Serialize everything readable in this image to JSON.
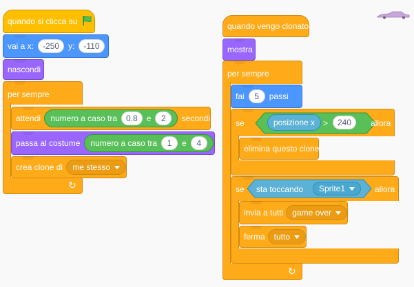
{
  "colors": {
    "events": "#ffbf00",
    "motion": "#4c97ff",
    "looks": "#9966ff",
    "control": "#ffab19",
    "operators": "#59c059",
    "sensing": "#5cb1d6"
  },
  "script1": {
    "hat_label": "quando si clicca su",
    "hat_icon": "green-flag-icon",
    "goto": {
      "label": "vai a x:",
      "x_value": "-250",
      "y_label": "y:",
      "y_value": "-110"
    },
    "hide_label": "nascondi",
    "forever_label": "per sempre",
    "wait": {
      "label": "attendi",
      "random_label": "numero a caso tra",
      "from": "0.8",
      "and_label": "e",
      "to": "2",
      "unit": "secondi"
    },
    "switch_costume": {
      "label": "passa al costume",
      "random_label": "numero a caso tra",
      "from": "1",
      "and_label": "e",
      "to": "4"
    },
    "create_clone": {
      "label": "crea clone di",
      "target": "me stesso"
    },
    "loop_icon": "loop-arrow-icon"
  },
  "script2": {
    "hat_label": "quando vengo clonato",
    "show_label": "mostra",
    "forever_label": "per sempre",
    "move": {
      "label": "fai",
      "steps": "5",
      "unit": "passi"
    },
    "if1": {
      "label": "se",
      "reporter": "posizione x",
      "operator": ">",
      "value": "240",
      "then_label": "allora"
    },
    "delete_clone": "elimina questo clone",
    "if2": {
      "label": "se",
      "sensing_label": "sta toccando",
      "target": "Sprite1",
      "then_label": "allora"
    },
    "broadcast": {
      "label": "invia a tutti",
      "message": "game over"
    },
    "stop": {
      "label": "ferma",
      "option": "tutto"
    },
    "loop_icon": "loop-arrow-icon"
  }
}
